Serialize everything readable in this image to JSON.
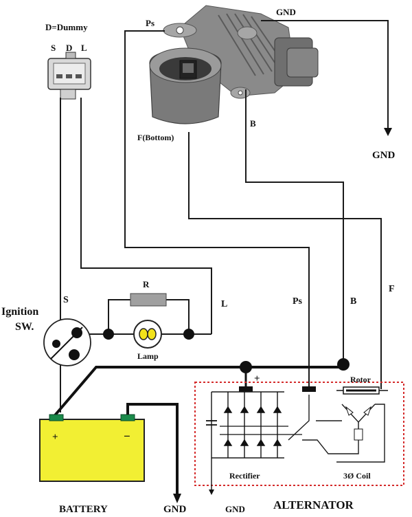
{
  "labels": {
    "dummy": "D=Dummy",
    "pin_s": "S",
    "pin_d": "D",
    "pin_l": "L",
    "ps_top": "Ps",
    "gnd_top": "GND",
    "f_bottom": "F(Bottom)",
    "b_top": "B",
    "gnd_right": "GND",
    "ignition": "Ignition",
    "ignition_sw": "SW.",
    "s_switch": "S",
    "r": "R",
    "l": "L",
    "lamp": "Lamp",
    "ps_alt": "Ps",
    "b_alt": "B",
    "f_alt": "F",
    "plus_rectifier": "+",
    "rotor": "Rotor",
    "rectifier": "Rectifier",
    "coil": "3Ø Coil",
    "battery_plus": "+",
    "battery_minus": "−",
    "battery": "BATTERY",
    "gnd_battery": "GND",
    "gnd_alt": "GND",
    "alternator": "ALTERNATOR"
  },
  "colors": {
    "battery_fill": "#f2ef33",
    "battery_terminal": "#1a8a4a",
    "alternator_border": "#d42a2a",
    "resistor": "#9a9a9a",
    "lamp_glow": "#f2e21a",
    "regulator_body": "#7d7d7d"
  }
}
